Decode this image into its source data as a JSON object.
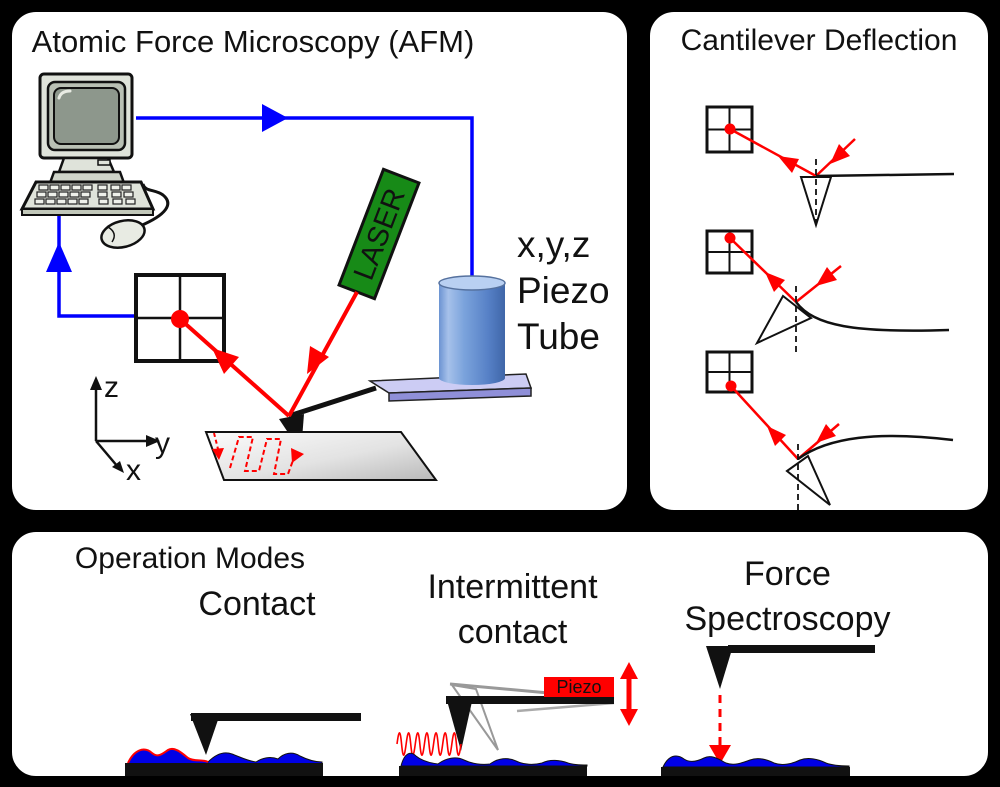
{
  "panel_afm": {
    "title": "Atomic Force Microscopy (AFM)",
    "laser_label": "LASER",
    "piezo_lines": [
      "x,y,z",
      "Piezo",
      "Tube"
    ],
    "axes": {
      "z": "z",
      "y": "y",
      "x": "x"
    }
  },
  "panel_deflection": {
    "title": "Cantilever Deflection"
  },
  "panel_modes": {
    "title": "Operation Modes",
    "contact_label": "Contact",
    "intermittent_label": "Intermittent contact",
    "force_label": "Force Spectroscopy",
    "piezo_badge": "Piezo"
  },
  "colors": {
    "beam_red": "#ff0000",
    "feedback_blue": "#0000ff",
    "laser_green": "#178a17",
    "surface_blue": "#0000e6",
    "piezo_tube_light": "#b9d0f2",
    "piezo_tube_dark": "#3f66a8",
    "stage_plate_lavender": "#ccccf4",
    "panel_background": "#ffffff",
    "outline_black": "#111111"
  }
}
